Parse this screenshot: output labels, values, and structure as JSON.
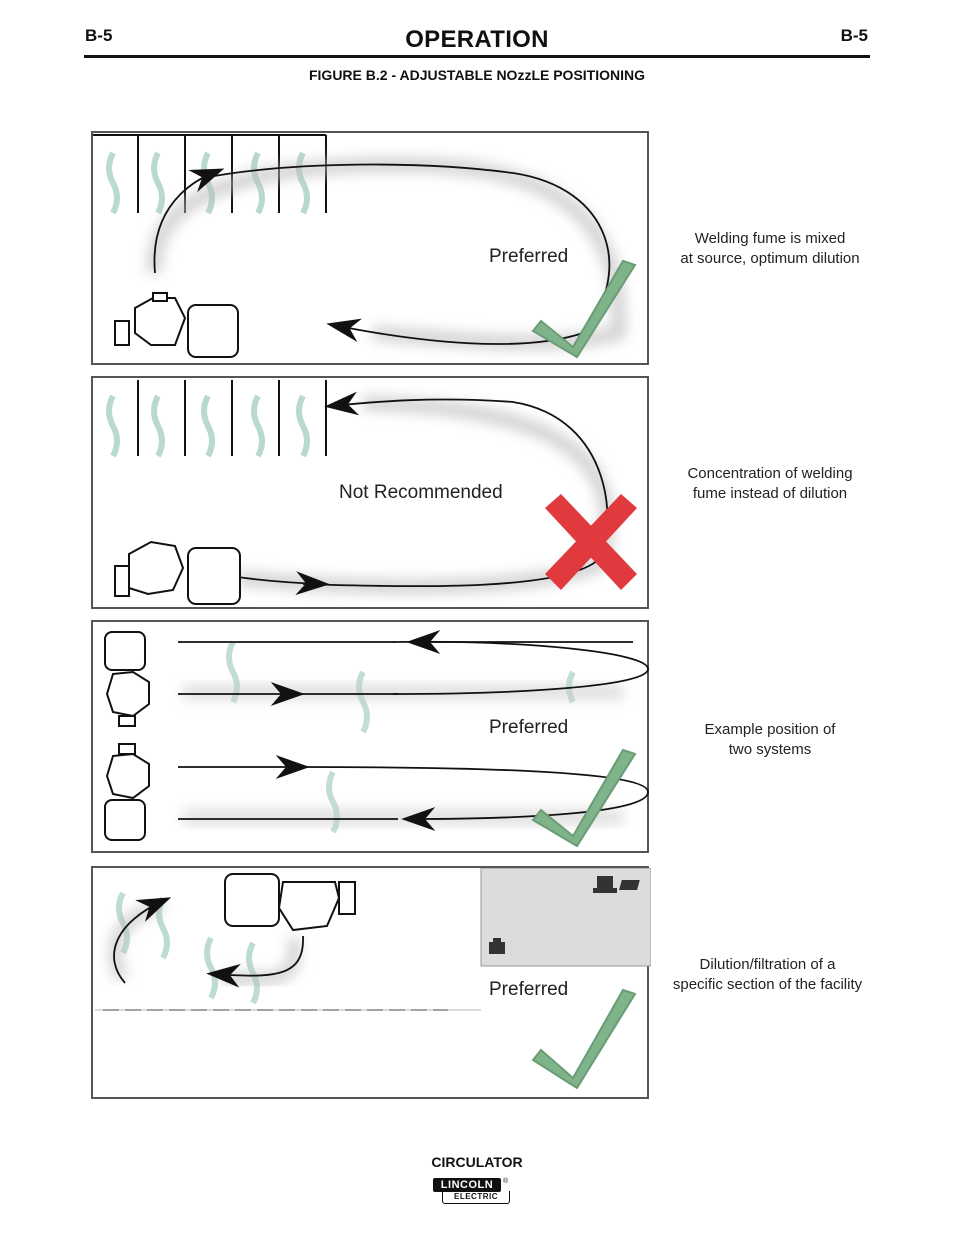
{
  "header": {
    "page_code_left": "B-5",
    "page_code_right": "B-5",
    "section_title": "OPERATION",
    "figure_caption": "FIGURE B.2 - ADJUSTABLE NOzzLE POSITIONING"
  },
  "panels": [
    {
      "label": "Preferred",
      "status": "preferred",
      "mark": "check-icon",
      "description_line1": "Welding fume is mixed",
      "description_line2": "at source, optimum dilution"
    },
    {
      "label": "Not Recommended",
      "status": "not-recommended",
      "mark": "cross-icon",
      "description_line1": "Concentration of welding",
      "description_line2": "fume instead of dilution"
    },
    {
      "label": "Preferred",
      "status": "preferred",
      "mark": "check-icon",
      "description_line1": "Example position of",
      "description_line2": "two systems"
    },
    {
      "label": "Preferred",
      "status": "preferred",
      "mark": "check-icon",
      "description_line1": "Dilution/filtration of a",
      "description_line2": "specific section of the facility"
    }
  ],
  "colors": {
    "check": "#7fb38a",
    "cross": "#e03a3e",
    "fume": "#a8cfc6"
  },
  "footer": {
    "model": "CIRCULATOR",
    "logo_top": "LINCOLN",
    "logo_registered": "®",
    "logo_bottom": "ELECTRIC"
  }
}
